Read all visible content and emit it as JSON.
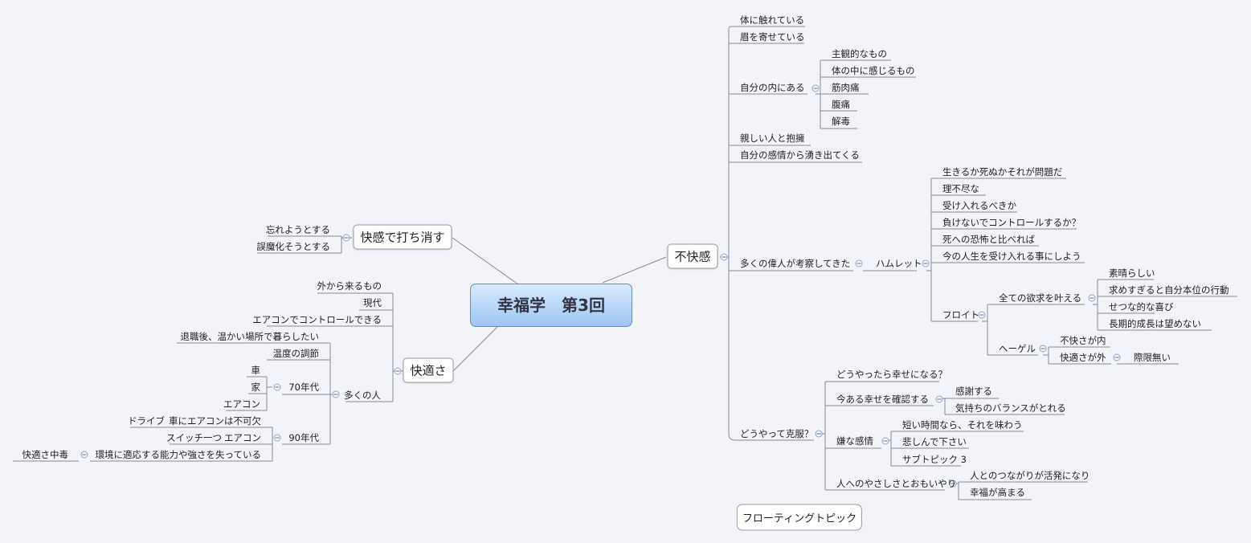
{
  "diagram": {
    "central": "幸福学　第3回",
    "floating": "フローティングトピック",
    "main": {
      "fukai": "不快感",
      "kaiteki": "快適さ",
      "kaikan": "快感で打ち消す"
    },
    "t": {
      "t1": "体に触れている",
      "t2": "眉を寄せている",
      "t3": "自分の内にある",
      "t3a": "主観的なもの",
      "t3b": "体の中に感じるもの",
      "t3c": "筋肉痛",
      "t3d": "腹痛",
      "t3e": "解毒",
      "t4": "親しい人と抱擁",
      "t5": "自分の感情から湧き出てくる",
      "t6": "多くの偉人が考察してきた",
      "h": "ハムレット",
      "h1": "生きるか死ぬかそれが問題だ",
      "h2": "理不尽な",
      "h3": "受け入れるべきか",
      "h4": "負けないでコントロールするか？",
      "h5": "死への恐怖と比べれば",
      "h6": "今の人生を受け入れる事にしよう",
      "f": "フロイト",
      "f1": "全ての欲求を叶える",
      "f1a": "素晴らしい",
      "f1b": "求めすぎると自分本位の行動",
      "f1c": "せつな的な喜び",
      "f1d": "長期的成長は望めない",
      "g": "ヘーゲル",
      "g1": "不快さが内",
      "g2": "快適さが外",
      "g2a": "際限無い",
      "o": "どうやって克服？",
      "o1": "どうやったら幸せになる？",
      "o2": "今ある幸せを確認する",
      "o2a": "感謝する",
      "o2b": "気持ちのバランスがとれる",
      "o3": "嫌な感情",
      "o3a": "短い時間なら、それを味わう",
      "o3b": "悲しんで下さい",
      "o3c": "サブトピック 3",
      "o4": "人へのやさしさとおもいやり",
      "o4a": "人とのつながりが活発になり",
      "o4b": "幸福が高まる",
      "k1": "忘れようとする",
      "k2": "誤魔化そうとする",
      "c1": "外から来るもの",
      "c2": "現代",
      "c3": "エアコンでコントロールできる",
      "c4": "退職後、温かい場所で暮らしたい",
      "m": "多くの人",
      "m1": "温度の調節",
      "y70": "70年代",
      "y70a": "車",
      "y70b": "家",
      "y70c": "エアコン",
      "y90": "90年代",
      "y90a": "車にエアコンは不可欠",
      "y90a1": "ドライブ",
      "y90b": "エアコン",
      "y90b1": "スイッチ一つ",
      "y90c": "環境に適応する能力や強さを失っている",
      "y90c1": "快適さ中毒"
    }
  }
}
